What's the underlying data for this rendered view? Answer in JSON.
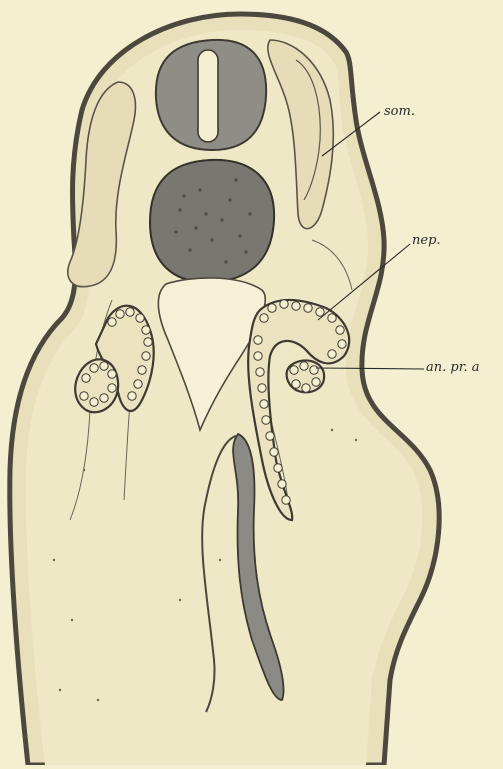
{
  "figure": {
    "labels": {
      "somite": "som.",
      "nephrotome": "nep.",
      "anterior_process": "an. pr. a"
    },
    "colors": {
      "background": "#f4efd0",
      "tissue_light": "#ebe3c0",
      "tissue_mid": "#d9d0ac",
      "outline": "#5a5448",
      "dark_organ": "#7a7770",
      "notochord": "#8c8a84",
      "cell_fill": "#f4efd0"
    }
  }
}
